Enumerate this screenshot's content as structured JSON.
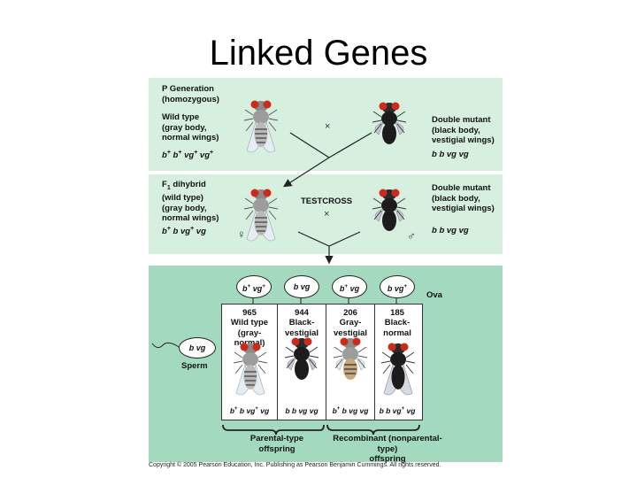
{
  "title": "Linked Genes",
  "p_generation": {
    "heading": "P Generation\n(homozygous)",
    "wild_type_label": "Wild type\n(gray body,\nnormal wings)",
    "wild_type_genotype": "b+ b+ vg+ vg+",
    "cross_symbol": "×",
    "mutant_label": "Double mutant\n(black body,\nvestigial wings)",
    "mutant_genotype": "b b vg vg"
  },
  "f1_generation": {
    "heading_f": "F",
    "heading_sub": "1",
    "heading_rest": " dihybrid\n(wild type)\n(gray body,\nnormal wings)",
    "genotype": "b+ b vg+ vg",
    "testcross_label": "TESTCROSS",
    "cross_symbol": "×",
    "female_symbol": "♀",
    "male_symbol": "♂",
    "mutant_label": "Double mutant\n(black body,\nvestigial wings)",
    "mutant_genotype": "b b vg vg"
  },
  "offspring": {
    "ova_label": "Ova",
    "sperm_label": "Sperm",
    "sperm_genotype": "b vg",
    "ova": [
      "b+ vg+",
      "b vg",
      "b+ vg",
      "b vg+"
    ],
    "columns": [
      {
        "count": "965",
        "phenotype": "Wild type\n(gray-normal)",
        "genotype": "b+ b vg+ vg"
      },
      {
        "count": "944",
        "phenotype": "Black-\nvestigial",
        "genotype": "b b vg vg"
      },
      {
        "count": "206",
        "phenotype": "Gray-\nvestigial",
        "genotype": "b+ b vg vg"
      },
      {
        "count": "185",
        "phenotype": "Black-\nnormal",
        "genotype": "b b vg+ vg"
      }
    ],
    "parental_label": "Parental-type\noffspring",
    "recombinant_label": "Recombinant (nonparental-type)\noffspring"
  },
  "copyright": "Copyright © 2005 Pearson Education, Inc. Publishing as Pearson Benjamin Cummings. All rights reserved.",
  "colors": {
    "panel_light": "#d6efdf",
    "panel_dark": "#a3d9be",
    "fly_eye": "#cc2a1a",
    "fly_gray_body": "#b9b9b9",
    "fly_black_body": "#1c1c1c",
    "wing": "#dfe6ec"
  }
}
